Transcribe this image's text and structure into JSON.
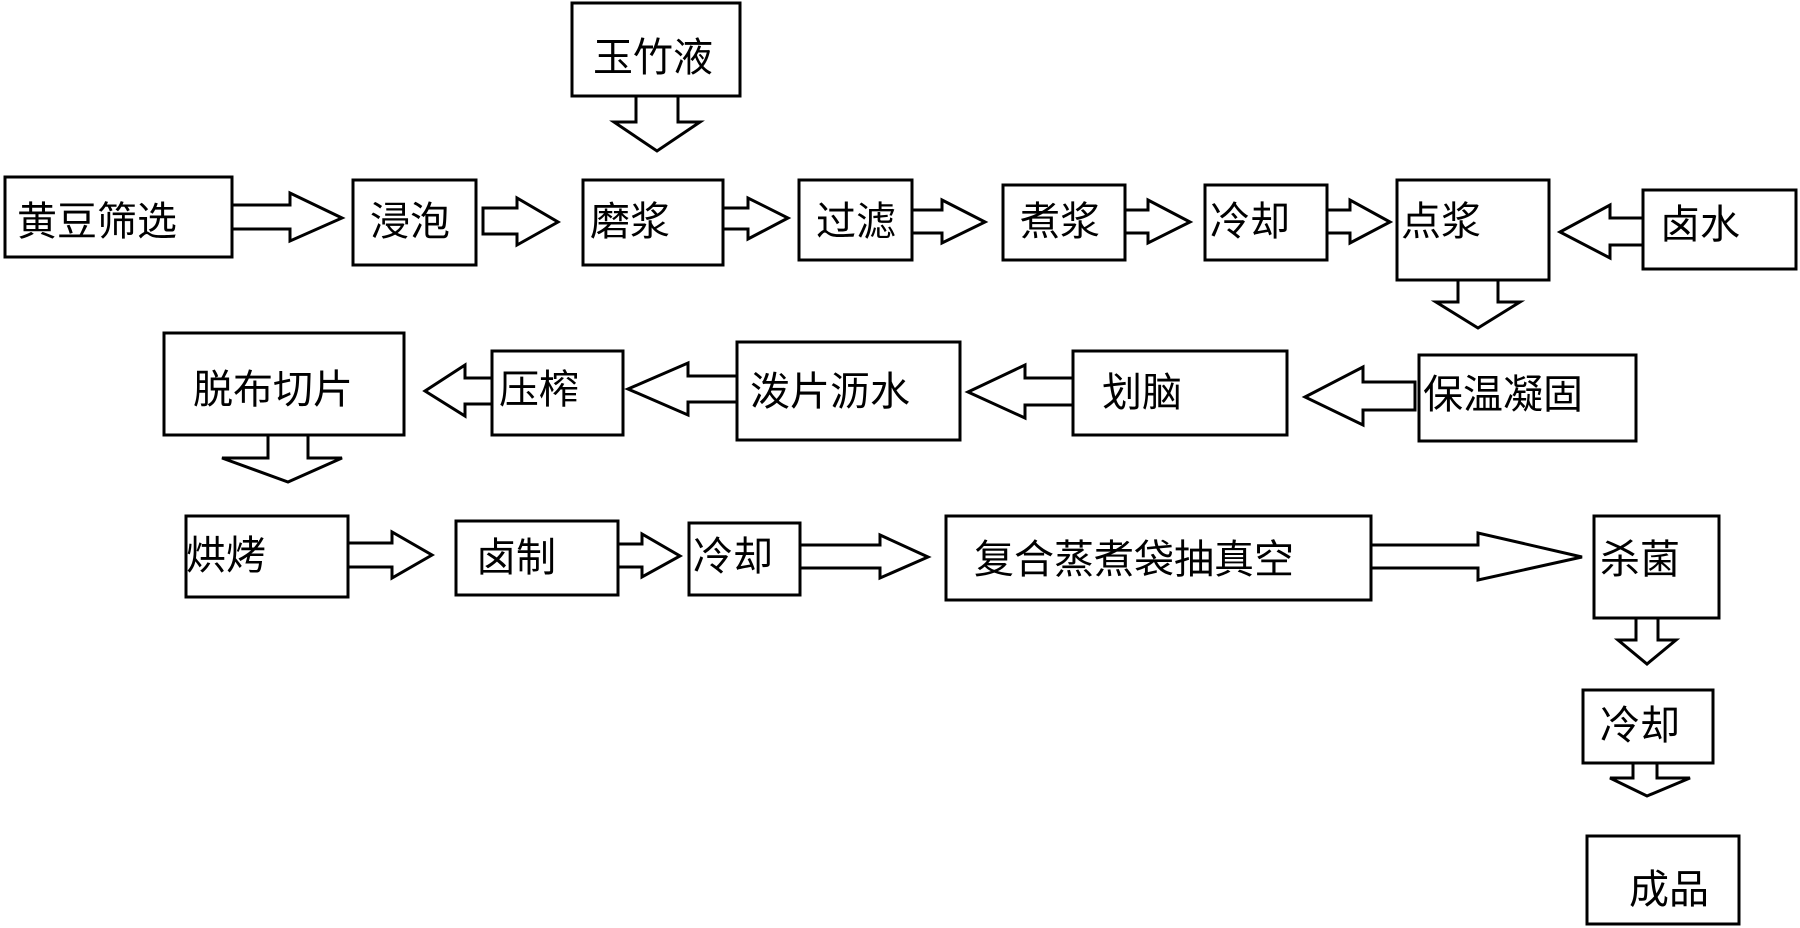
{
  "steps": {
    "yuzhuye": "玉竹液",
    "huangdou_shaixuan": "黄豆筛选",
    "jinpao": "浸泡",
    "mojiang": "磨浆",
    "guolv": "过滤",
    "zhujiang": "煮浆",
    "lengque_1": "冷却",
    "dianjiang": "点浆",
    "lushui": "卤水",
    "baowen_ninggu": "保温凝固",
    "huanao": "划脑",
    "popian_lishui": "泼片沥水",
    "yazha": "压榨",
    "tuobu_qiepian": "脱布切片",
    "honkao": "烘烤",
    "luzhi": "卤制",
    "lengque_2": "冷却",
    "fuhe_zhengzhudai": "复合蒸煮袋抽真空",
    "shajun": "杀菌",
    "lengque_3": "冷却",
    "chengpin": "成品"
  }
}
